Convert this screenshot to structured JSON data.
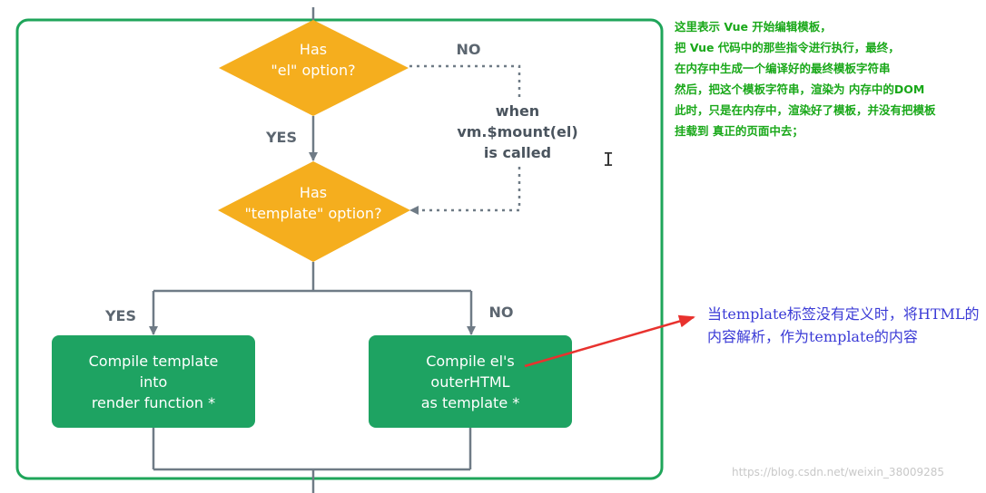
{
  "flowchart": {
    "decision1": {
      "line1": "Has",
      "line2": "\"el\" option?"
    },
    "decision2": {
      "line1": "Has",
      "line2": "\"template\" option?"
    },
    "label_no_top": "NO",
    "label_yes_mid": "YES",
    "label_yes_left": "YES",
    "label_no_right": "NO",
    "mount_note": {
      "line1": "when",
      "line2": "vm.$mount(el)",
      "line3": "is called"
    },
    "box_left": {
      "line1": "Compile template",
      "line2": "into",
      "line3": "render function *"
    },
    "box_right": {
      "line1": "Compile el's",
      "line2": "outerHTML",
      "line3": "as template *"
    }
  },
  "annotation_green": {
    "lines": [
      "这里表示 Vue 开始编辑模板，",
      "把 Vue 代码中的那些指令进行执行，最终，",
      "在内存中生成一个编译好的最终模板字符串",
      "然后，把这个模板字符串，渲染为 内存中的DOM",
      "此时，只是在内存中，渲染好了模板，并没有把模板",
      "挂载到 真正的页面中去；"
    ]
  },
  "annotation_blue": {
    "text": "当template标签没有定义时，将HTML的内容解析，作为template的内容"
  },
  "watermark": "https://blog.csdn.net/weixin_38009285",
  "colors": {
    "frame_green": "#1fa55a",
    "diamond_orange": "#f5ae1e",
    "box_green": "#1ea362",
    "line_gray": "#6f7b86",
    "note_green": "#19a819",
    "note_blue": "#3b3bd6",
    "arrow_red": "#e8322e"
  }
}
